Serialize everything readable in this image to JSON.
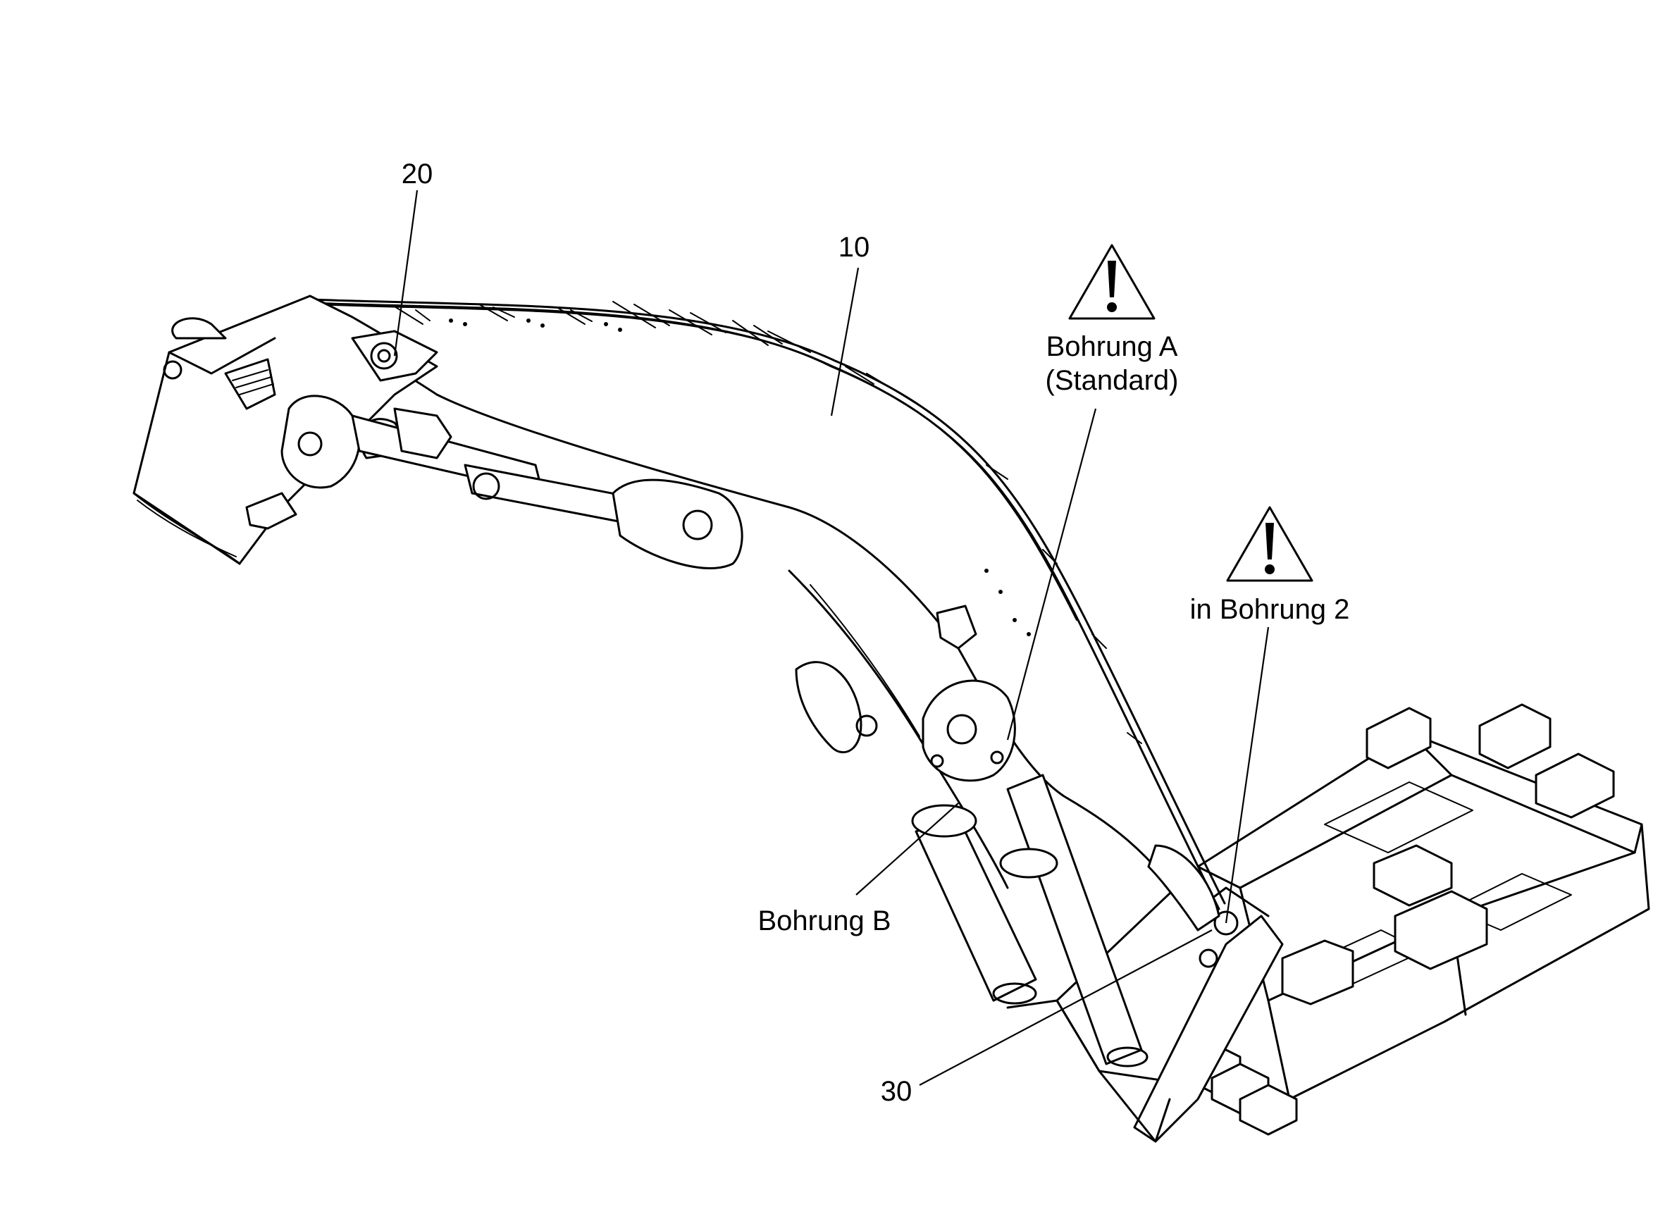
{
  "callouts": {
    "item_20": "20",
    "item_10": "10",
    "item_30": "30",
    "bohrung_a_line1": "Bohrung A",
    "bohrung_a_line2": "(Standard)",
    "in_bohrung_2": "in Bohrung 2",
    "bohrung_b": "Bohrung B"
  },
  "icons": {
    "warning_a": "warning-triangle-icon",
    "warning_2": "warning-triangle-icon"
  },
  "colors": {
    "line": "#000000",
    "background": "#ffffff"
  }
}
